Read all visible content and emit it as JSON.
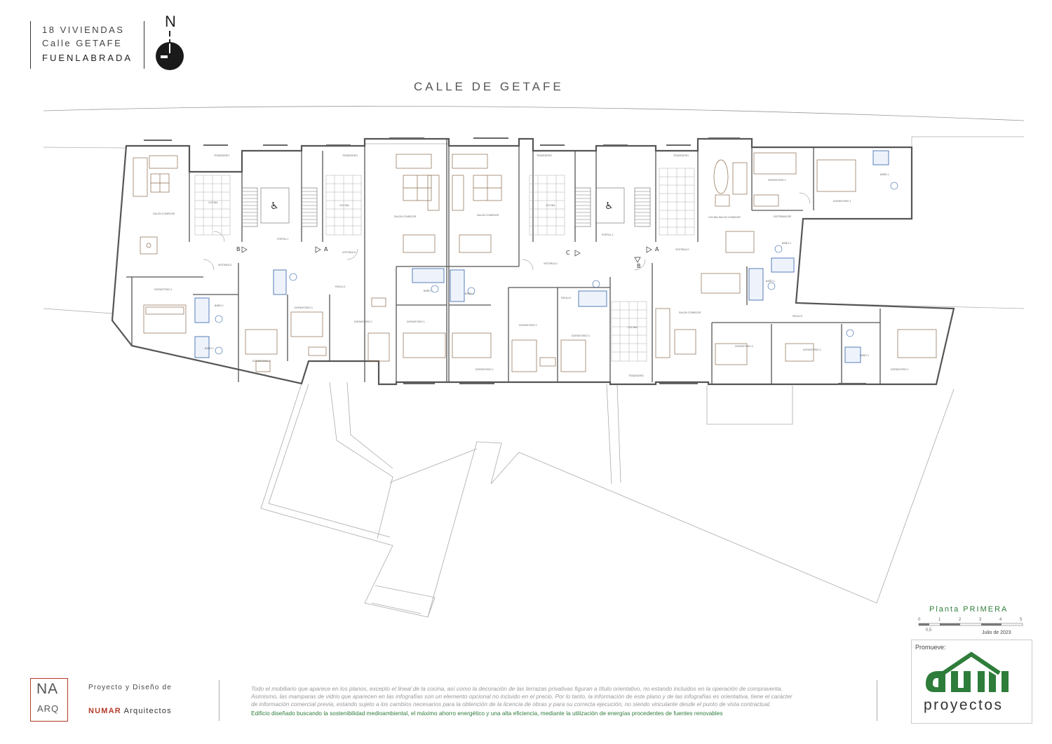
{
  "header": {
    "line1": "18 VIVIENDAS",
    "line2": "Calle GETAFE",
    "line3": "FUENLABRADA",
    "north_letter": "N"
  },
  "street_name": "CALLE DE GETAFE",
  "room_labels": {
    "salon_comedor": "SALON COMEDOR",
    "cocina": "COCINA",
    "cocina_salon": "COCINA-SALON COMEDOR",
    "dormitorio_1": "DORMITORIO 1",
    "dormitorio_2": "DORMITORIO 2",
    "dormitorio_3": "DORMITORIO 3",
    "bano_1": "BAÑO 1",
    "bano_2": "BAÑO 2",
    "vestibulo": "VESTIBULO",
    "pasillo": "PASILLO",
    "tendedero": "TENDEDERO",
    "distribuidor": "DISTRIBUIDOR",
    "portal_1": "PORTAL 1",
    "portal_2": "PORTAL 2"
  },
  "unit_letters": [
    "A",
    "B",
    "C"
  ],
  "plan_title": "Planta PRIMERA",
  "scale": {
    "ticks": [
      "0",
      "1",
      "2",
      "3",
      "4",
      "5"
    ],
    "sub": "0,5"
  },
  "date": "Julio de 2023",
  "promoter": {
    "label": "Promueve:",
    "logo_text": "proyectos",
    "brand_color": "#2e7d3a"
  },
  "architect": {
    "logo_top": "NA",
    "logo_bottom": "ARQ",
    "line1": "Proyecto y Diseño de",
    "name_bold": "NUMAR",
    "name_rest": " Arquitectos",
    "accent_color": "#b43b2a"
  },
  "disclaimer": {
    "line1": "Todo el mobiliario que aparece en los planos, excepto el lineal de la cocina, así como la decoración de las terrazas privativas figuran a título orientativo, no estando incluidos en la operación de compraventa.",
    "line2": "Asimismo, las mamparas de vidrio que aparecen en las infografías son un elemento opcional no incluido en el precio. Por lo tanto, la información de este plano y de las infografías es orientativa, tiene el carácter",
    "line3": "de información comercial previa, estando sujeto a los cambios necesarios para la obtención de la licencia de obras y para su correcta ejecución, no siendo vinculante desde el punto de vista contractual.",
    "line4": "Edificio diseñado buscando la sostenibilidad medioambiental, el máximo ahorro energético y una alta eficiencia, mediante la utilización de energías procedentes de fuentes renovables"
  },
  "colors": {
    "wall": "#555555",
    "furniture": "#8a6a4a",
    "bath": "#2f5fa8",
    "outline": "#a8a8a8"
  }
}
